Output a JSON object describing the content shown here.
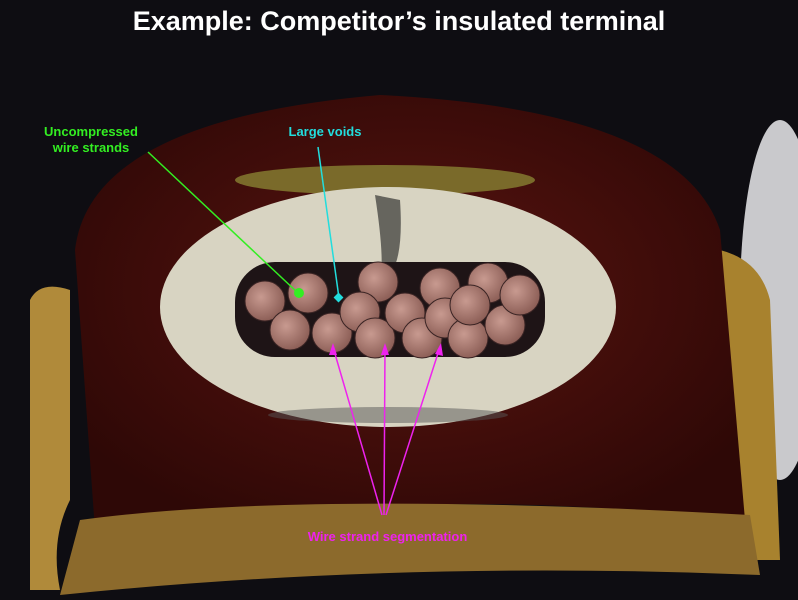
{
  "title": "Example: Competitor’s insulated terminal",
  "annotations": {
    "uncompressed": {
      "line1": "Uncompressed",
      "line2": "wire strands",
      "color": "#33ee22"
    },
    "voids": {
      "text": "Large voids",
      "color": "#22dddd"
    },
    "segmentation": {
      "text": "Wire strand segmentation",
      "color": "#ee22ee"
    }
  }
}
